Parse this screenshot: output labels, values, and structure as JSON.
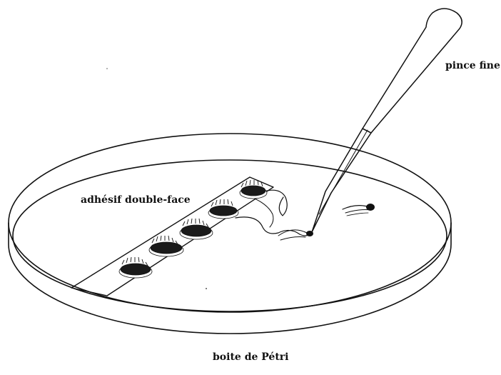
{
  "labels": {
    "forceps": "pince fine",
    "tape": "adhésif double-face",
    "dish": "boite de Pétri"
  },
  "colors": {
    "ink": "#111111",
    "background": "#ffffff"
  }
}
